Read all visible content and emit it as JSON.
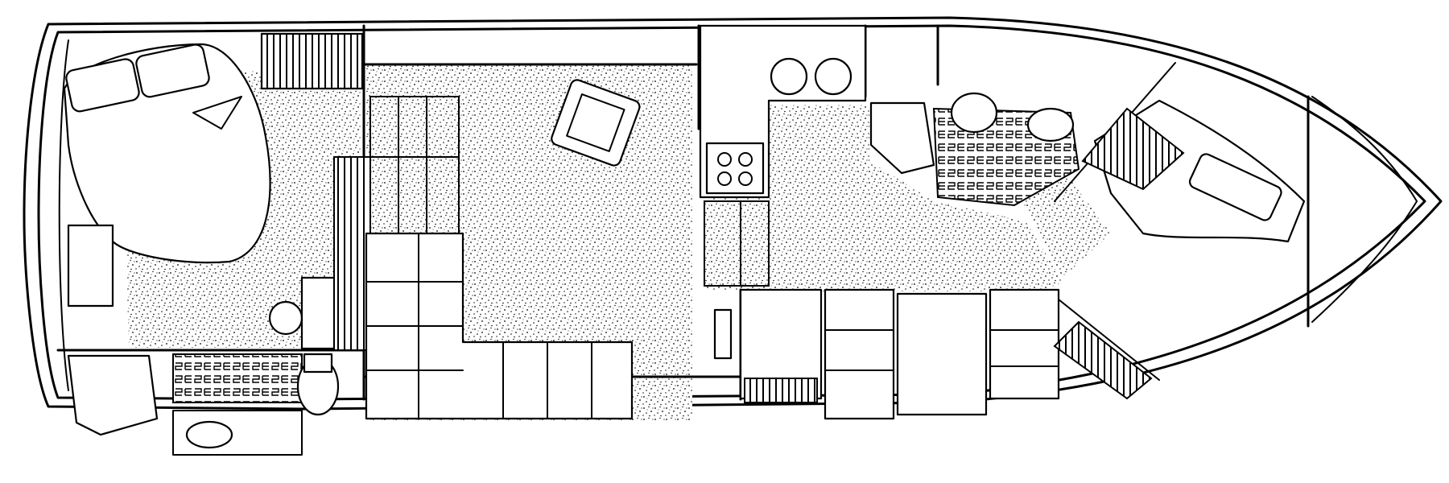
{
  "diagram": {
    "kind": "boat floor plan (line drawing)",
    "labels": [],
    "colors": {
      "ink": "#000000",
      "paper": "#ffffff"
    },
    "zones": [
      {
        "id": "aft-stateroom",
        "icon": "double-bed-icon"
      },
      {
        "id": "aft-head",
        "icon": "toilet-icon"
      },
      {
        "id": "salon",
        "icon": "sectional-sofa-icon"
      },
      {
        "id": "galley",
        "icon": "stove-icon"
      },
      {
        "id": "dinette",
        "icon": "dinette-table-icon"
      },
      {
        "id": "forward-head",
        "icon": "sink-icon"
      },
      {
        "id": "forward-stateroom",
        "icon": "v-berth-icon"
      },
      {
        "id": "chain-locker",
        "icon": "bow-compartment-icon"
      }
    ]
  }
}
